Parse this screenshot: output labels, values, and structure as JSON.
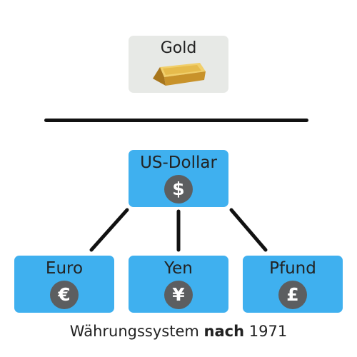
{
  "gold": {
    "label": "Gold",
    "icon": "gold-bar-icon"
  },
  "currencies": {
    "usd": {
      "label": "US-Dollar",
      "symbol": "$",
      "icon": "dollar-coin-icon"
    },
    "eur": {
      "label": "Euro",
      "symbol": "€",
      "icon": "euro-coin-icon"
    },
    "yen": {
      "label": "Yen",
      "symbol": "¥",
      "icon": "yen-coin-icon"
    },
    "gbp": {
      "label": "Pfund",
      "symbol": "£",
      "icon": "pound-coin-icon"
    }
  },
  "caption": {
    "prefix": "Währungssystem",
    "bold": "nach",
    "suffix": "1971"
  },
  "colors": {
    "box_blue": "#3fb0ef",
    "gold_box": "#e7e9e6",
    "coin": "#5c5e60",
    "line": "#111111",
    "gold": "#d4a63a"
  }
}
